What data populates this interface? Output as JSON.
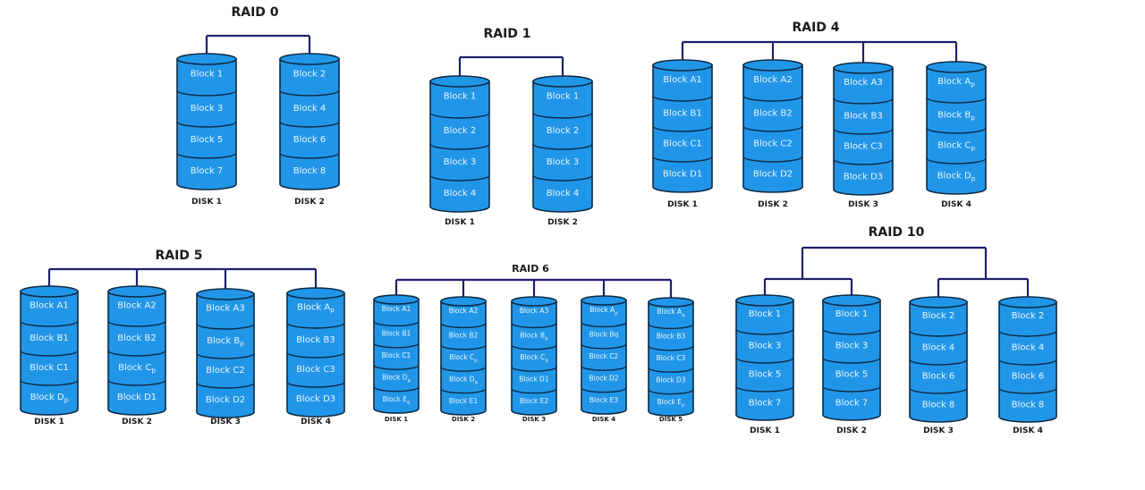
{
  "colors": {
    "cylinder_fill": "#2196e8",
    "cylinder_stroke": "#0d2a44",
    "connector": "#1f1f6e",
    "block_text": "#eaf5ff",
    "title_text": "#1a1a1a"
  },
  "diagrams": [
    {
      "id": "raid0",
      "title": "RAID 0",
      "disks": [
        {
          "label": "DISK 1",
          "blocks": [
            {
              "t": "Block 1"
            },
            {
              "t": "Block 3"
            },
            {
              "t": "Block 5"
            },
            {
              "t": "Block 7"
            }
          ]
        },
        {
          "label": "DISK 2",
          "blocks": [
            {
              "t": "Block 2"
            },
            {
              "t": "Block 4"
            },
            {
              "t": "Block 6"
            },
            {
              "t": "Block 8"
            }
          ]
        }
      ]
    },
    {
      "id": "raid1",
      "title": "RAID 1",
      "disks": [
        {
          "label": "DISK 1",
          "blocks": [
            {
              "t": "Block 1"
            },
            {
              "t": "Block 2"
            },
            {
              "t": "Block 3"
            },
            {
              "t": "Block 4"
            }
          ]
        },
        {
          "label": "DISK 2",
          "blocks": [
            {
              "t": "Block 1"
            },
            {
              "t": "Block 2"
            },
            {
              "t": "Block 3"
            },
            {
              "t": "Block 4"
            }
          ]
        }
      ]
    },
    {
      "id": "raid4",
      "title": "RAID 4",
      "disks": [
        {
          "label": "DISK 1",
          "blocks": [
            {
              "t": "Block A1"
            },
            {
              "t": "Block B1"
            },
            {
              "t": "Block C1"
            },
            {
              "t": "Block D1"
            }
          ]
        },
        {
          "label": "DISK 2",
          "blocks": [
            {
              "t": "Block A2"
            },
            {
              "t": "Block B2"
            },
            {
              "t": "Block C2"
            },
            {
              "t": "Block D2"
            }
          ]
        },
        {
          "label": "DISK 3",
          "blocks": [
            {
              "t": "Block A3"
            },
            {
              "t": "Block B3"
            },
            {
              "t": "Block C3"
            },
            {
              "t": "Block D3"
            }
          ]
        },
        {
          "label": "DISK 4",
          "blocks": [
            {
              "t": "Block A",
              "sub": "p"
            },
            {
              "t": "Block B",
              "sub": "p"
            },
            {
              "t": "Block C",
              "sub": "p"
            },
            {
              "t": "Block D",
              "sub": "p"
            }
          ]
        }
      ]
    },
    {
      "id": "raid5",
      "title": "RAID 5",
      "disks": [
        {
          "label": "DISK 1",
          "blocks": [
            {
              "t": "Block A1"
            },
            {
              "t": "Block B1"
            },
            {
              "t": "Block C1"
            },
            {
              "t": "Block D",
              "sub": "p"
            }
          ]
        },
        {
          "label": "DISK 2",
          "blocks": [
            {
              "t": "Block A2"
            },
            {
              "t": "Block B2"
            },
            {
              "t": "Block C",
              "sub": "p"
            },
            {
              "t": "Block D1"
            }
          ]
        },
        {
          "label": "DISK 3",
          "blocks": [
            {
              "t": "Block A3"
            },
            {
              "t": "Block B",
              "sub": "p"
            },
            {
              "t": "Block C2"
            },
            {
              "t": "Block D2"
            }
          ]
        },
        {
          "label": "DISK 4",
          "blocks": [
            {
              "t": "Block A",
              "sub": "p"
            },
            {
              "t": "Block B3"
            },
            {
              "t": "Block C3"
            },
            {
              "t": "Block D3"
            }
          ]
        }
      ]
    },
    {
      "id": "raid6",
      "title": "RAID 6",
      "disks": [
        {
          "label": "DISK 1",
          "blocks": [
            {
              "t": "Block A1"
            },
            {
              "t": "Block B1"
            },
            {
              "t": "Block C1"
            },
            {
              "t": "Block D",
              "sub": "p"
            },
            {
              "t": "Block E",
              "sub": "q"
            }
          ]
        },
        {
          "label": "DISK 2",
          "blocks": [
            {
              "t": "Block A2"
            },
            {
              "t": "Block B2"
            },
            {
              "t": "Block C",
              "sub": "p"
            },
            {
              "t": "Block D",
              "sub": "q"
            },
            {
              "t": "Block E1"
            }
          ]
        },
        {
          "label": "DISK 3",
          "blocks": [
            {
              "t": "Block A3"
            },
            {
              "t": "Block B",
              "sub": "p"
            },
            {
              "t": "Block C",
              "sub": "q"
            },
            {
              "t": "Block D1"
            },
            {
              "t": "Block E2"
            }
          ]
        },
        {
          "label": "DISK 4",
          "blocks": [
            {
              "t": "Block A",
              "sub": "p"
            },
            {
              "t": "Block Bq"
            },
            {
              "t": "Block C2"
            },
            {
              "t": "Block D2"
            },
            {
              "t": "Block E3"
            }
          ]
        },
        {
          "label": "DISK  5",
          "blocks": [
            {
              "t": "Block A",
              "sub": "q"
            },
            {
              "t": "Block B3"
            },
            {
              "t": "Block C3"
            },
            {
              "t": "Block D3"
            },
            {
              "t": "Block E",
              "sub": "p"
            }
          ]
        }
      ]
    },
    {
      "id": "raid10",
      "title": "RAID 10",
      "disks": [
        {
          "label": "DISK 1",
          "blocks": [
            {
              "t": "Block 1"
            },
            {
              "t": "Block 3"
            },
            {
              "t": "Block 5"
            },
            {
              "t": "Block 7"
            }
          ]
        },
        {
          "label": "DISK 2",
          "blocks": [
            {
              "t": "Block 1"
            },
            {
              "t": "Block 3"
            },
            {
              "t": "Block 5"
            },
            {
              "t": "Block 7"
            }
          ]
        },
        {
          "label": "DISK 3",
          "blocks": [
            {
              "t": "Block 2"
            },
            {
              "t": "Block 4"
            },
            {
              "t": "Block 6"
            },
            {
              "t": "Block 8"
            }
          ]
        },
        {
          "label": "DISK 4",
          "blocks": [
            {
              "t": "Block 2"
            },
            {
              "t": "Block 4"
            },
            {
              "t": "Block 6"
            },
            {
              "t": "Block 8"
            }
          ]
        }
      ]
    }
  ]
}
